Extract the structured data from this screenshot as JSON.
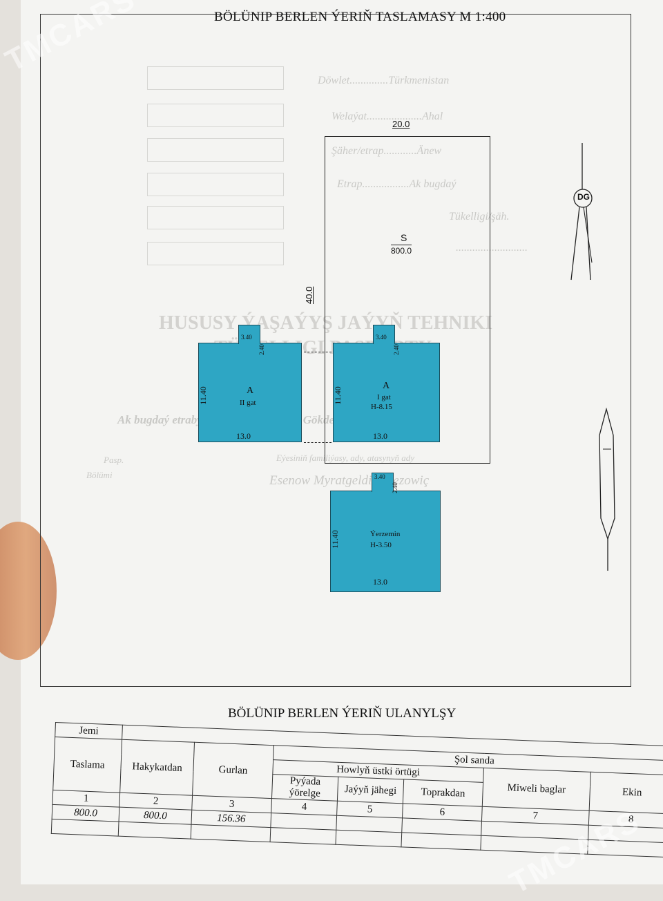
{
  "header": {
    "title": "BÖLÜNIP BERLEN ÝERIŇ TASLAMASY M  1:400"
  },
  "faded_form": {
    "rows": [
      "Döwlet..............Türkmenistan",
      "Welaýat....................Ahal",
      "Şäher/etrap............Änew",
      "Etrap.................Ak bugdaý",
      "Tükelligi/şäh.",
      ".........................."
    ],
    "heading_line1": "HUSUSY ÝAŞAÝYŞ JAÝYŇ TEHNIKI",
    "heading_line2": "TÜKELLIGI PASPORTY",
    "owner_line": "Ak bugdaý etrabynyň Änew şäheriniň Gökderede köç. jaý № 23",
    "owner_caption": "Eýesiniň familiýasy, ady, atasynyň ady",
    "owner_name": "Esenow Myratgeldi Öwezowiç",
    "col_right_1": "Pasp.",
    "col_right_2": "Bölümi"
  },
  "plot": {
    "width_label": "20.0",
    "depth_label": "40.0",
    "area_symbol": "S",
    "area_value": "800.0"
  },
  "buildings": [
    {
      "id": "floor2",
      "letter": "A",
      "floor": "II gat",
      "height": "",
      "depth": "11.40",
      "width": "13.0",
      "stub_w": "3.40",
      "stub_d": "2.40"
    },
    {
      "id": "floor1",
      "letter": "A",
      "floor": "I gat",
      "height": "H-8.15",
      "depth": "11.40",
      "width": "13.0",
      "stub_w": "3.40",
      "stub_d": "2.40"
    },
    {
      "id": "basement",
      "letter": "",
      "floor": "Ýerzemin",
      "height": "H-3.50",
      "depth": "11.40",
      "width": "13.0",
      "stub_w": "3.40",
      "stub_d": "2.40"
    }
  ],
  "compass": {
    "label": "DG"
  },
  "section": {
    "title": "BÖLÜNIP BERLEN ÝERIŇ  ULANYLŞY"
  },
  "table": {
    "jemi": "Jemi",
    "sol_sanda": "Şol sanda",
    "howly": "Howlyň üstki örtügi",
    "headers": [
      "Taslama",
      "Hakykatdan",
      "Gurlan",
      "Pyýada ýörelge",
      "Jaýyň jähegi",
      "Toprakdan",
      "Miweli baglar",
      "Ekin"
    ],
    "numbers": [
      "1",
      "2",
      "3",
      "4",
      "5",
      "6",
      "7",
      "8"
    ],
    "values": [
      "800.0",
      "800.0",
      "156.36"
    ]
  },
  "watermark": {
    "text": "TMCARS"
  },
  "colors": {
    "building": "#2ea6c4",
    "paper": "#f4f4f2"
  }
}
